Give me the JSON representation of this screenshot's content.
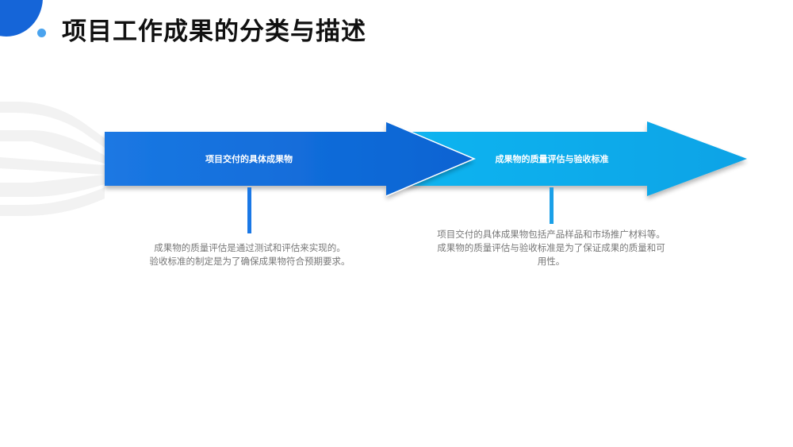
{
  "header": {
    "title": "项目工作成果的分类与描述"
  },
  "arrows": [
    {
      "label": "项目交付的具体成果物",
      "color_start": "#1b78e3",
      "color_end": "#0a63d2"
    },
    {
      "label": "成果物的质量评估与验收标准",
      "color_start": "#12b4f0",
      "color_end": "#07a3e6"
    }
  ],
  "descriptions": [
    {
      "lines": [
        "成果物的质量评估是通过测试和评估来实现的。",
        "验收标准的制定是为了确保成果物符合预期要求。"
      ]
    },
    {
      "lines": [
        "项目交付的具体成果物包括产品样品和市场推广材料等。",
        "成果物的质量评估与验收标准是为了保证成果的质量和可",
        "用性。"
      ]
    }
  ],
  "colors": {
    "accent_dark": "#1565d8",
    "accent_light": "#4aa3ee",
    "title_text": "#111111",
    "desc_text": "#777777"
  }
}
